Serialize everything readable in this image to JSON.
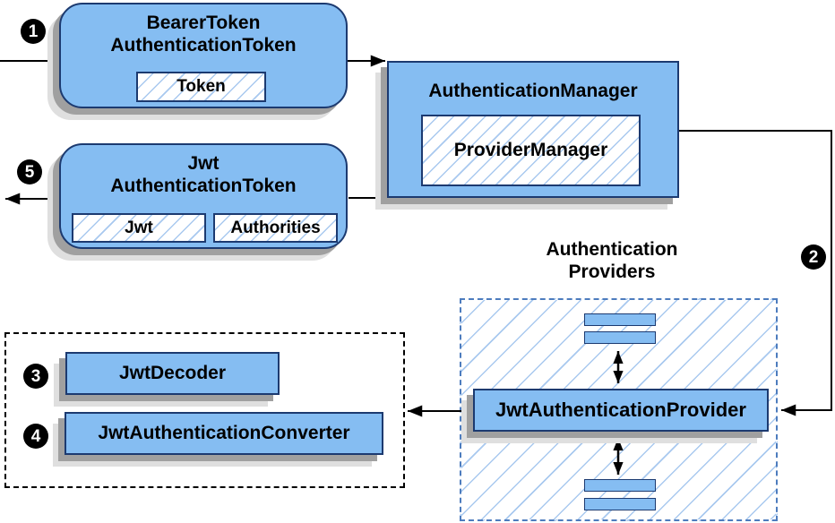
{
  "colors": {
    "node_fill": "#85bdf2",
    "node_border": "#1c3a70",
    "hatch_line": "#a9c9ef",
    "providers_border": "#4d7cbe",
    "black_dashed_border": "#000000",
    "shadow_dark": "#a0a0a0",
    "shadow_light": "#dfdfdf",
    "arrow_color": "#000000",
    "step_badge_bg": "#000000",
    "step_badge_text": "#ffffff"
  },
  "nodes": {
    "bearer_token": {
      "title_line1": "BearerToken",
      "title_line2": "AuthenticationToken",
      "token_label": "Token"
    },
    "authentication_manager": {
      "title": "AuthenticationManager",
      "provider_manager_label": "ProviderManager"
    },
    "jwt_authentication_token": {
      "title_line1": "Jwt",
      "title_line2": "AuthenticationToken",
      "jwt_label": "Jwt",
      "authorities_label": "Authorities"
    },
    "authentication_providers": {
      "label_line1": "Authentication",
      "label_line2": "Providers"
    },
    "jwt_authentication_provider": {
      "title": "JwtAuthenticationProvider"
    },
    "jwt_decoder": {
      "title": "JwtDecoder"
    },
    "jwt_authentication_converter": {
      "title": "JwtAuthenticationConverter"
    }
  },
  "steps": {
    "step1": "1",
    "step2": "2",
    "step3": "3",
    "step4": "4",
    "step5": "5"
  }
}
